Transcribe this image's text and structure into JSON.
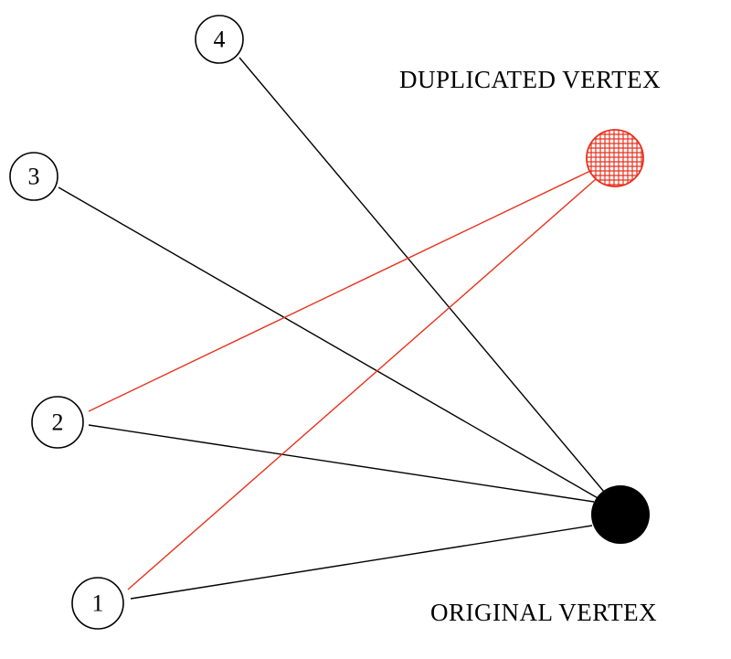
{
  "colors": {
    "background": "#ffffff",
    "ink": "#000000",
    "duplicate": "#e8321e",
    "original_fill": "#000000"
  },
  "nodes": [
    {
      "id": "1",
      "label": "1",
      "kind": "numbered"
    },
    {
      "id": "2",
      "label": "2",
      "kind": "numbered"
    },
    {
      "id": "3",
      "label": "3",
      "kind": "numbered"
    },
    {
      "id": "4",
      "label": "4",
      "kind": "numbered"
    },
    {
      "id": "dup",
      "label": "",
      "kind": "duplicated",
      "pattern": "crosshatch"
    },
    {
      "id": "orig",
      "label": "",
      "kind": "original",
      "pattern": "solid"
    }
  ],
  "edges": [
    {
      "from": "1",
      "to": "orig",
      "color": "black"
    },
    {
      "from": "2",
      "to": "orig",
      "color": "black"
    },
    {
      "from": "3",
      "to": "orig",
      "color": "black"
    },
    {
      "from": "4",
      "to": "orig",
      "color": "black"
    },
    {
      "from": "1",
      "to": "dup",
      "color": "red"
    },
    {
      "from": "2",
      "to": "dup",
      "color": "red"
    }
  ],
  "captions": {
    "duplicated": "DUPLICATED VERTEX",
    "original": "ORIGINAL VERTEX"
  }
}
